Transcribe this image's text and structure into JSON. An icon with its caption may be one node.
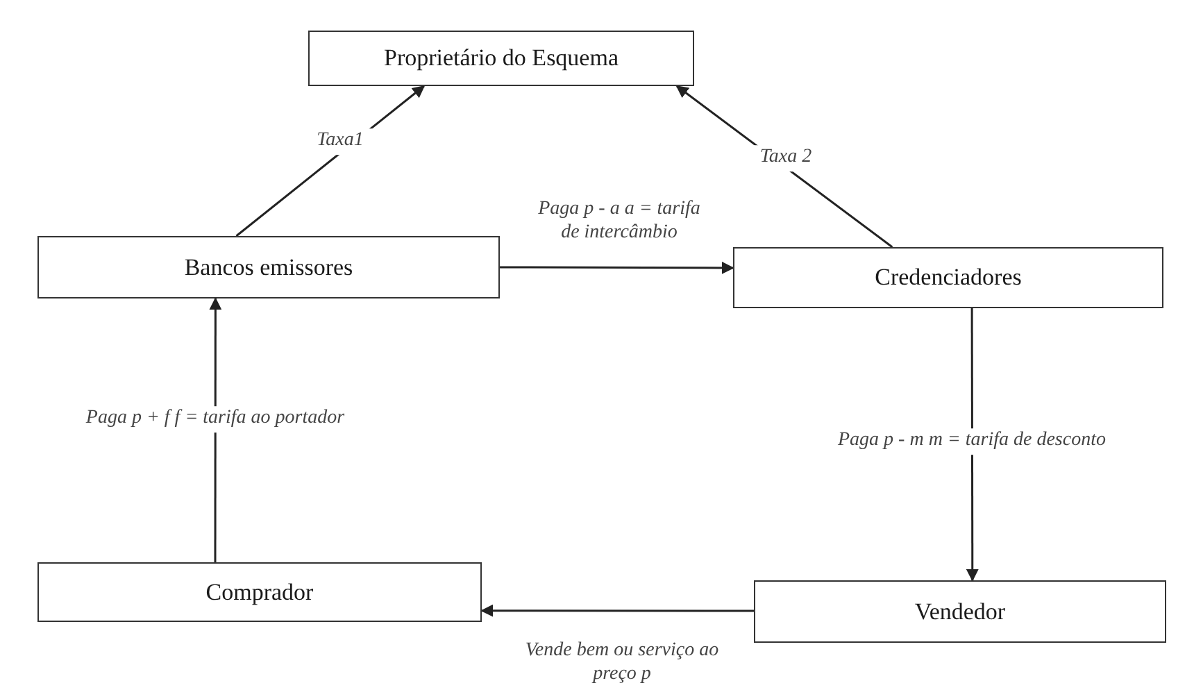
{
  "diagram": {
    "nodes": [
      {
        "text": [
          "Proprietário do Esquema"
        ]
      },
      {
        "text": [
          "Bancos emissores"
        ]
      },
      {
        "text": [
          "Credenciadores"
        ]
      },
      {
        "text": [
          "Comprador"
        ]
      },
      {
        "text": [
          "Vendedor"
        ]
      }
    ],
    "edges": [
      {
        "from": 1,
        "to": 0,
        "arrow": "to",
        "label": "Taxa1"
      },
      {
        "from": 2,
        "to": 0,
        "arrow": "to",
        "label": "Taxa 2"
      },
      {
        "from": 1,
        "to": 2,
        "arrow": "to",
        "label": "Paga p - a a = tarifa de intercâmbio"
      },
      {
        "from": 2,
        "to": 4,
        "arrow": "to",
        "label": "Paga p - m m = tarifa de desconto"
      },
      {
        "from": 4,
        "to": 3,
        "arrow": "to",
        "label": "Vende bem ou serviço ao preço p"
      },
      {
        "from": 3,
        "to": 1,
        "arrow": "to",
        "label": "Paga p + f f = tarifa ao portador"
      }
    ]
  }
}
